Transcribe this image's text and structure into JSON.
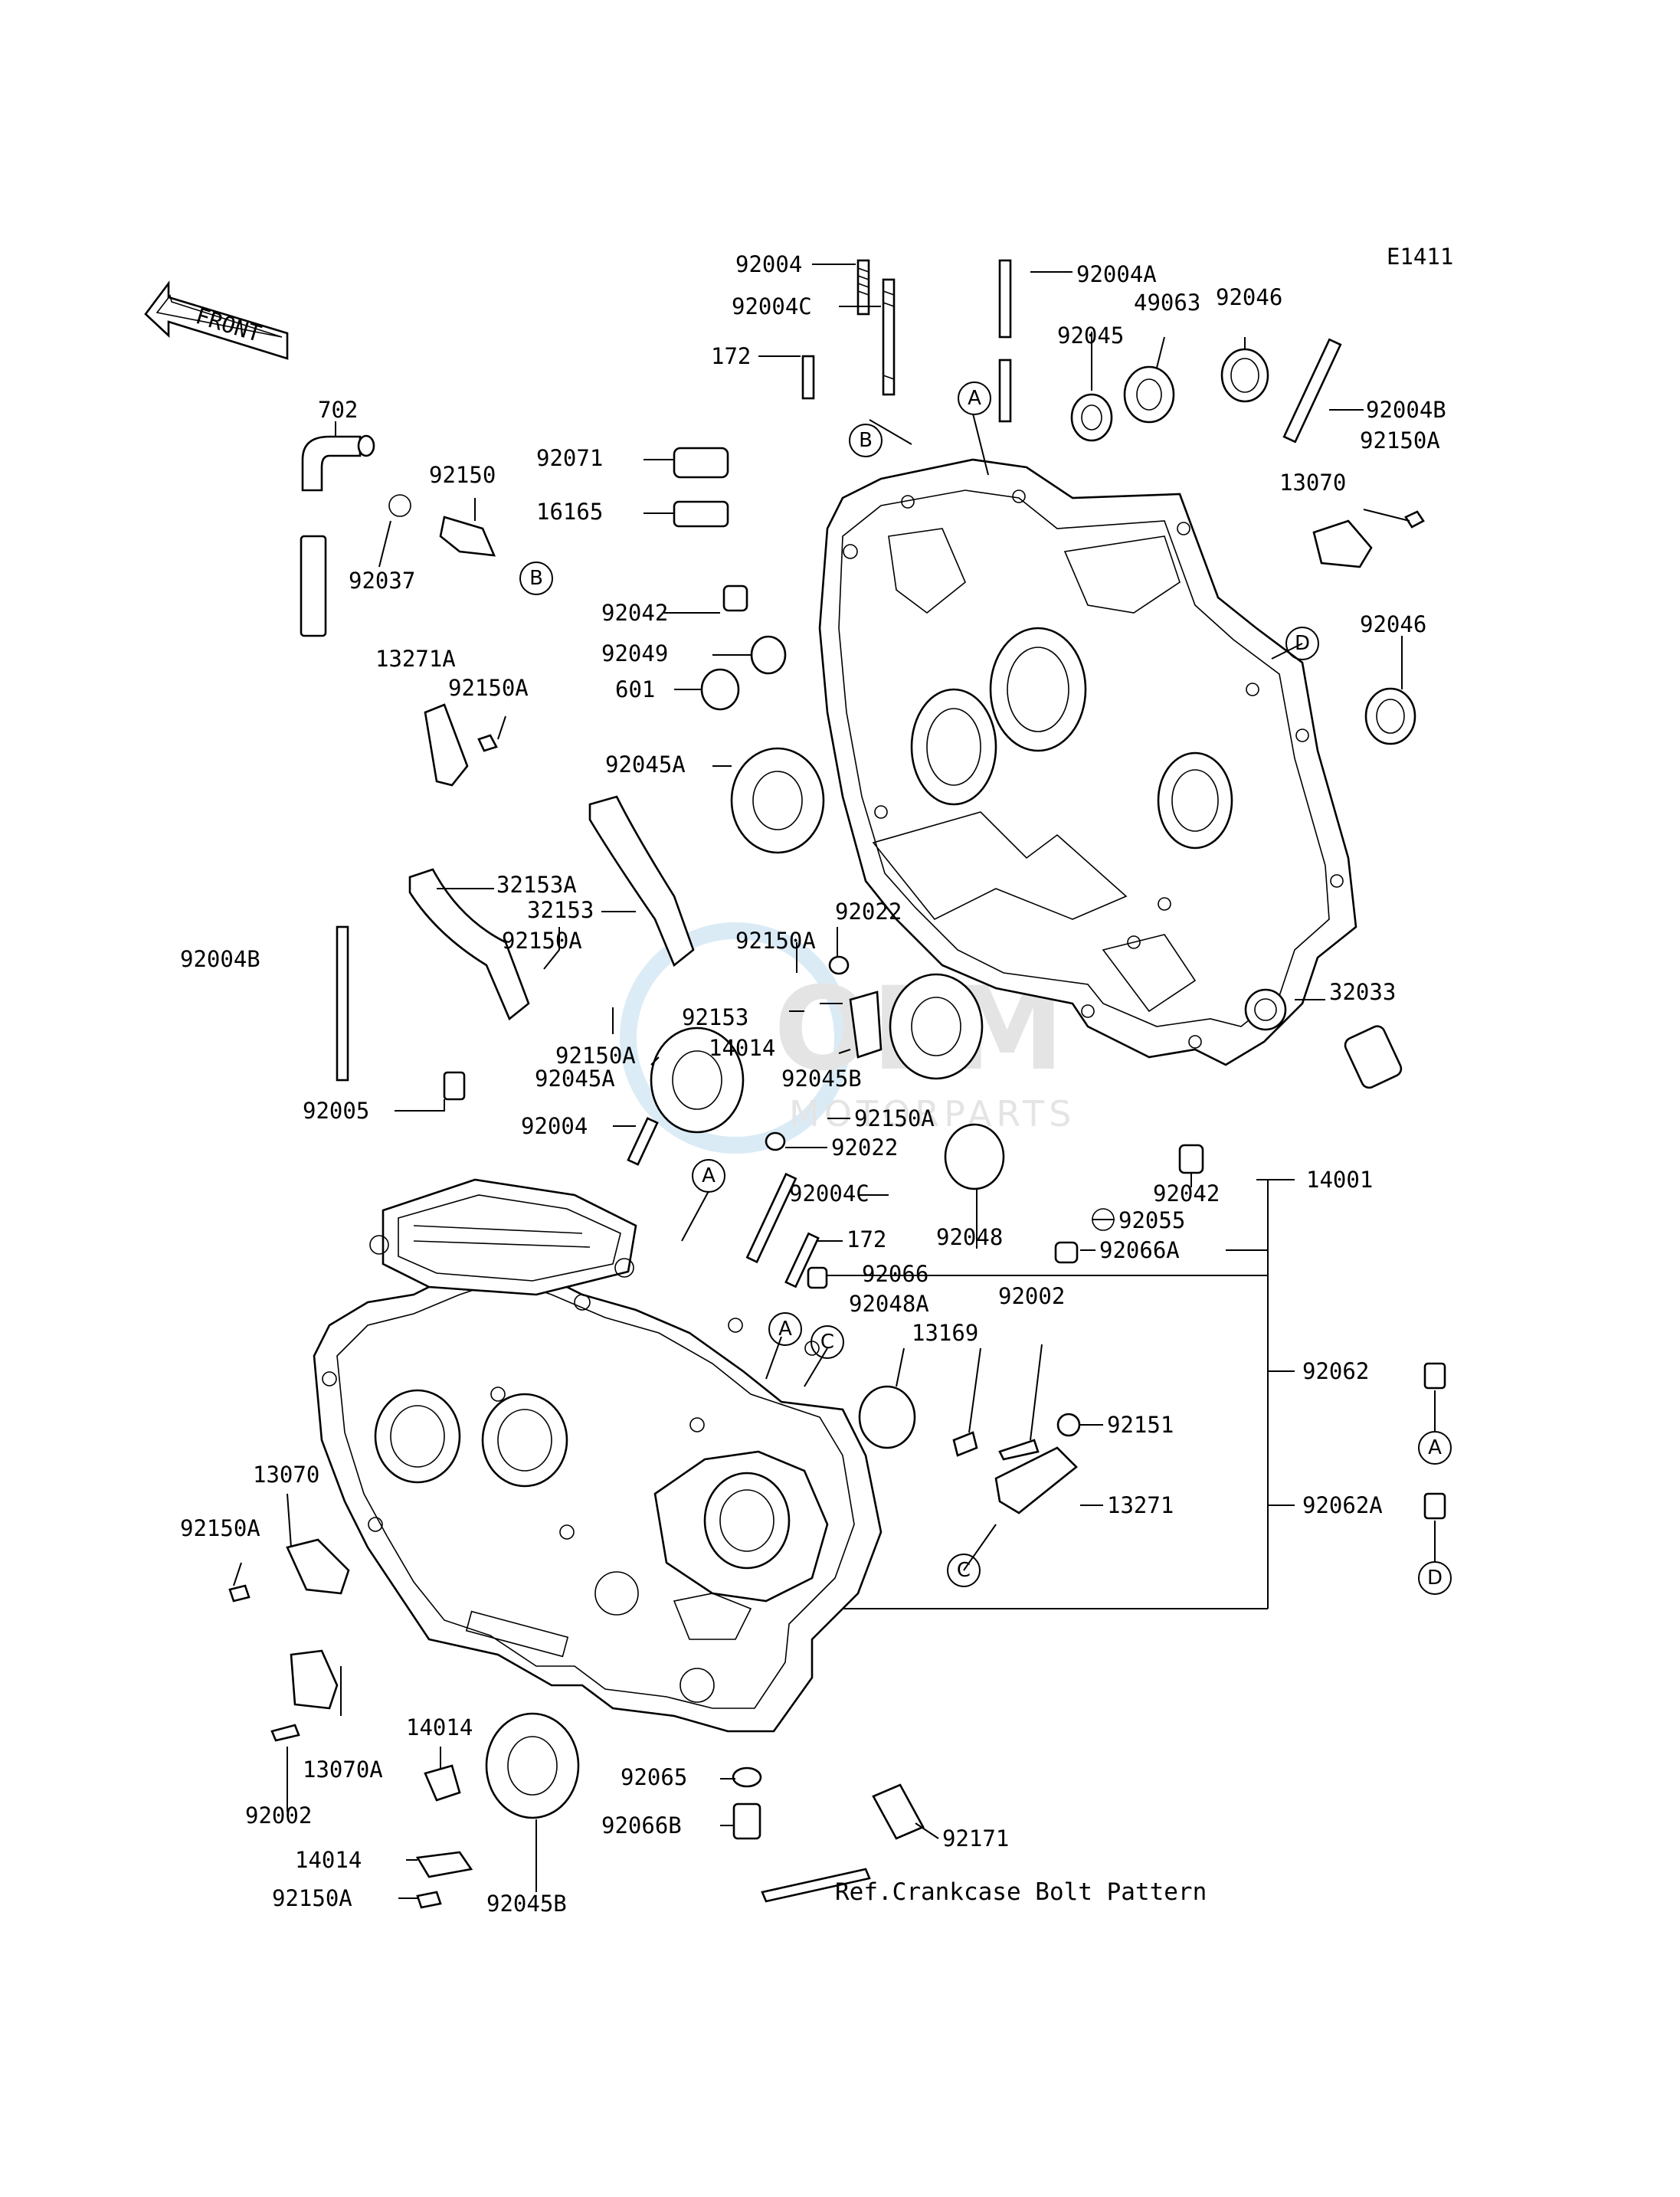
{
  "diagram_code": "E1411",
  "front_label": "FRONT",
  "reference_note": "Ref.Crankcase Bolt Pattern",
  "part_labels": [
    "92004",
    "92004A",
    "92004C",
    "49063",
    "92046",
    "92045",
    "172",
    "92004B",
    "702",
    "92071",
    "92150A",
    "92150",
    "16165",
    "13070",
    "92037",
    "92042",
    "92049",
    "601",
    "92046",
    "13271A",
    "92150A",
    "92045A",
    "32153A",
    "32153",
    "92022",
    "92150A",
    "92004B",
    "92150A",
    "92153",
    "32033",
    "14014",
    "92150A",
    "92045A",
    "92045B",
    "92005",
    "92004",
    "92150A",
    "92022",
    "92042",
    "14001",
    "92004C",
    "92055",
    "92048",
    "92066A",
    "172",
    "92066",
    "92002",
    "92048A",
    "13169",
    "92062",
    "92151",
    "13070",
    "13271",
    "92062A",
    "92150A",
    "14014",
    "92065",
    "13070A",
    "92002",
    "92066B",
    "92171",
    "14014",
    "92045B",
    "92150A"
  ],
  "callout_letters": [
    "A",
    "B",
    "C",
    "D"
  ],
  "watermark": {
    "line1": "OEM",
    "line2": "MOTORPARTS"
  }
}
